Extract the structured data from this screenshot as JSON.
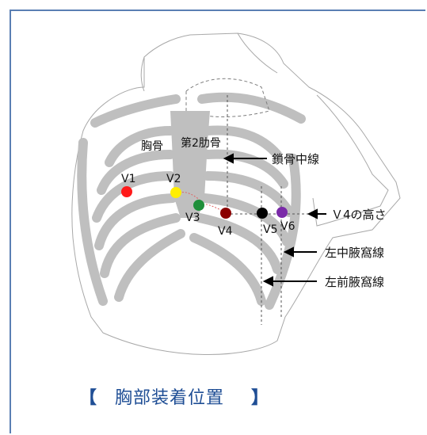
{
  "labels": {
    "sternum": "胸骨",
    "second_rib": "第2肋骨",
    "midclavicular": "鎖骨中線",
    "v4_height": "Ｖ4の高さ",
    "mid_axillary": "左中腋窩線",
    "anterior_axillary": "左前腋窩線"
  },
  "electrodes": [
    {
      "label": "V1",
      "color": "#ff1a1a"
    },
    {
      "label": "V2",
      "color": "#ffee00"
    },
    {
      "label": "V3",
      "color": "#1f8f3a"
    },
    {
      "label": "V4",
      "color": "#8b0000"
    },
    {
      "label": "V5",
      "color": "#000000"
    },
    {
      "label": "V6",
      "color": "#7a2aa8"
    }
  ],
  "caption": {
    "open": "【",
    "title": "胸部装着位置",
    "close": "】"
  },
  "colors": {
    "bone": "#bfbfbf",
    "outline": "#9a9a9a",
    "caption": "#1f4e95",
    "frame": "#5a7fb3"
  }
}
